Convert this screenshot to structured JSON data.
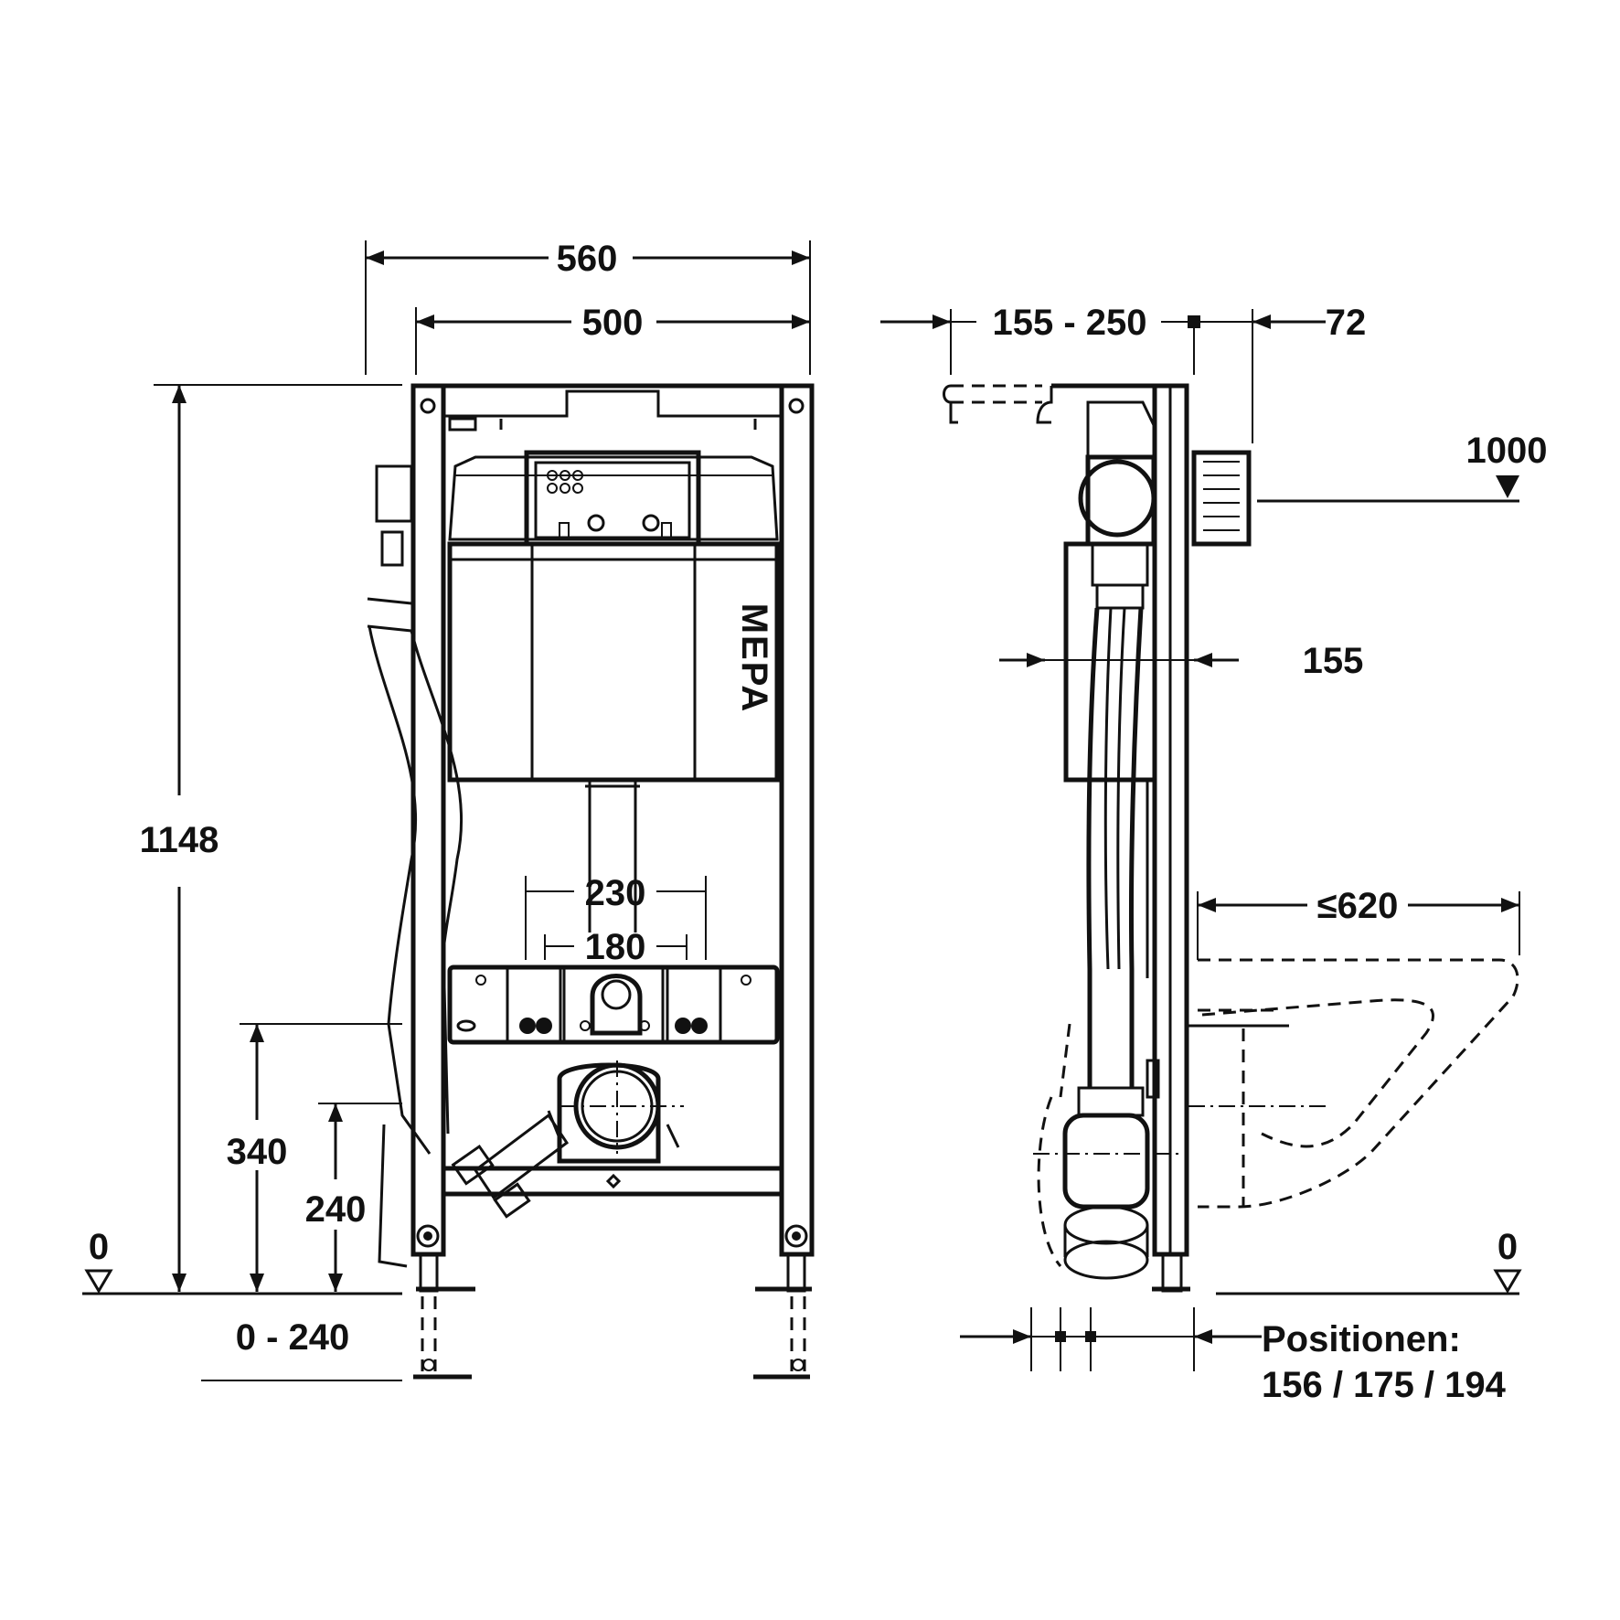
{
  "logo": "MEPA",
  "front_view": {
    "width_outer": "560",
    "width_frame": "500",
    "height_total": "1148",
    "bolt_spacing_outer": "230",
    "bolt_spacing_inner": "180",
    "drain_height": "340",
    "supply_height": "240",
    "floor_level": "0",
    "foot_adjustment": "0 - 240"
  },
  "side_view": {
    "depth_range": "155 - 250",
    "offset_rear": "72",
    "flush_plate_height": "1000",
    "pipe_offset": "155",
    "bowl_projection": "≤620",
    "floor_level": "0",
    "positions_label": "Positionen:",
    "positions_values": "156 / 175 / 194"
  }
}
